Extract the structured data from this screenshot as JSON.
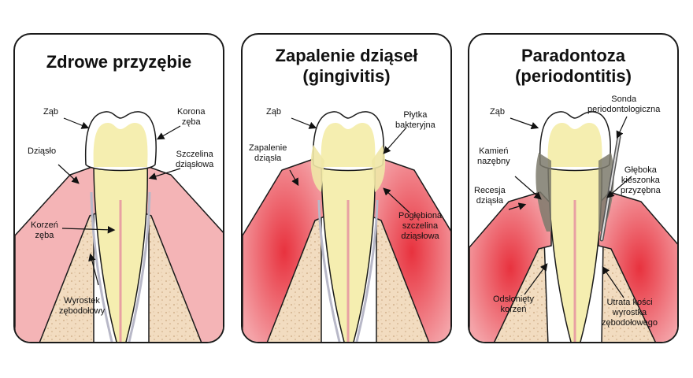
{
  "panels": [
    {
      "title": "Zdrowe przyzębie",
      "labels": {
        "tooth": "Ząb",
        "crown": "Korona\nzęba",
        "gum": "Dziąsło",
        "sulcus": "Szczelina\ndziąsłowa",
        "root": "Korzeń\nzęba",
        "alveolar": "Wyrostek\nzębodołowy"
      }
    },
    {
      "title": "Zapalenie dziąseł\n(gingivitis)",
      "labels": {
        "tooth": "Ząb",
        "plaque": "Płytka\nbakteryjna",
        "inflamed_gum": "Zapalenie\ndziąsła",
        "deep_sulcus": "Pogłębiona\nszczelina\ndziąsłowa"
      }
    },
    {
      "title": "Paradontoza\n(periodontitis)",
      "labels": {
        "tooth": "Ząb",
        "probe": "Sonda\nperiodontologiczna",
        "tartar": "Kamień\nnazębny",
        "deep_pocket": "Głęboka\nkieszonka\nprzyzębna",
        "recession": "Recesja\ndziąsła",
        "exposed_root": "Odsłonięty\nkorzeń",
        "bone_loss": "Utrata kości\nwyrostka\nzębodołowego"
      }
    }
  ],
  "colors": {
    "outline": "#1a1a1a",
    "bone": "#f2dcc0",
    "bone_dot": "#c9a57e",
    "gum": "#f4b4b6",
    "gum_edge": "#e9979b",
    "inflamed": "#e8323e",
    "tooth": "#f5eeb0",
    "enamel": "#ffffff",
    "canal": "#e8a0a3",
    "plaque": "#efe7a6",
    "tartar": "#7d7a6c"
  }
}
